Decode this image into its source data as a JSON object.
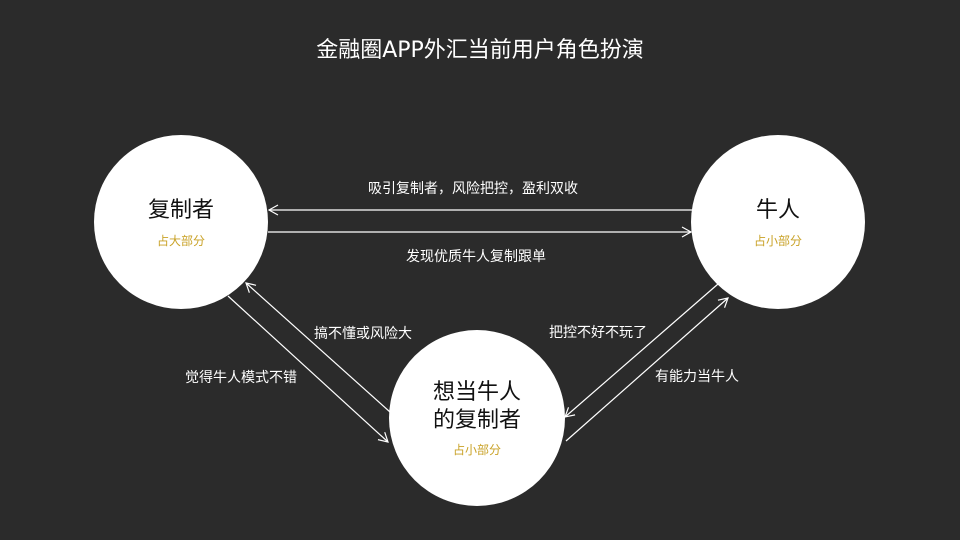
{
  "title": "金融圈APP外汇当前用户角色扮演",
  "nodes": {
    "copier": {
      "name": "复制者",
      "share": "占大部分"
    },
    "bull": {
      "name": "牛人",
      "share": "占小部分"
    },
    "want": {
      "name_line1": "想当牛人",
      "name_line2": "的复制者",
      "share": "占小部分"
    }
  },
  "edges": {
    "attract": "吸引复制者，风险把控，盈利双收",
    "discover": "发现优质牛人复制跟单",
    "confused": "搞不懂或风险大",
    "goodmode": "觉得牛人模式不错",
    "cantcontrol": "把控不好不玩了",
    "capable": "有能力当牛人"
  },
  "colors": {
    "background": "#2b2b2b",
    "node_fill": "#ffffff",
    "share_text": "#c9a227",
    "arrow": "#ffffff"
  }
}
